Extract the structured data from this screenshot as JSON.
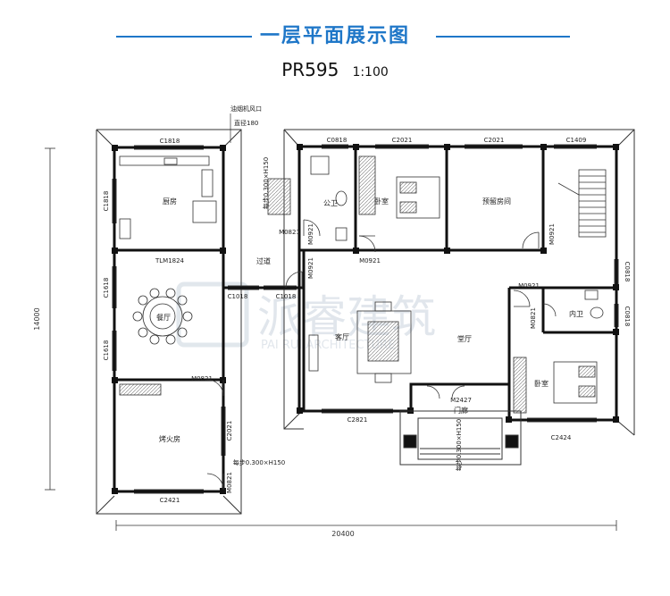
{
  "header": {
    "title": "一层平面展示图",
    "code": "PR595",
    "scale": "1:100"
  },
  "dimensions": {
    "width": "20400",
    "depth": "14000"
  },
  "watermark": {
    "name": "派睿建筑",
    "latin": "PAI RUI ARCHITECTURE"
  },
  "rooms": {
    "kitchen": "厨房",
    "dining": "餐厅",
    "fire_room": "烤火房",
    "public_toilet": "公卫",
    "bedroom1": "卧室",
    "reserved": "预留房间",
    "corridor": "过道",
    "living": "客厅",
    "hall": "堂厅",
    "inner_toilet": "内卫",
    "bedroom2": "卧室",
    "porch": "门廊"
  },
  "openings": {
    "c1818_top": "C1818",
    "c0818_top": "C0818",
    "c2021_a": "C2021",
    "c2021_b": "C2021",
    "c1409": "C1409",
    "c1818_left": "C1818",
    "c1618_a": "C1618",
    "c1618_b": "C1618",
    "tlm1824": "TLM1824",
    "m0821_pt": "M0821",
    "m0921_a": "M0921",
    "m0921_b": "M0921",
    "m0921_c": "M0921",
    "m0921_d": "M0921",
    "c1018_a": "C1018",
    "c1018_b": "C1018",
    "m0821_fire": "M0821",
    "c2021_fire": "C2021",
    "m0821_back": "M0821",
    "c2421": "C2421",
    "c2821": "C2821",
    "m2427": "M2427",
    "c2424": "C2424",
    "m0821_inner": "M0821",
    "c0818_r1": "C0818",
    "c0818_r2": "C0818"
  },
  "notes": {
    "kitchen_fan": "油烟机风口",
    "pipe": "直径180",
    "step_top": "每步0.300×H150",
    "step_back": "每步0.300×H150",
    "step_porch": "每步0.300×H150"
  }
}
